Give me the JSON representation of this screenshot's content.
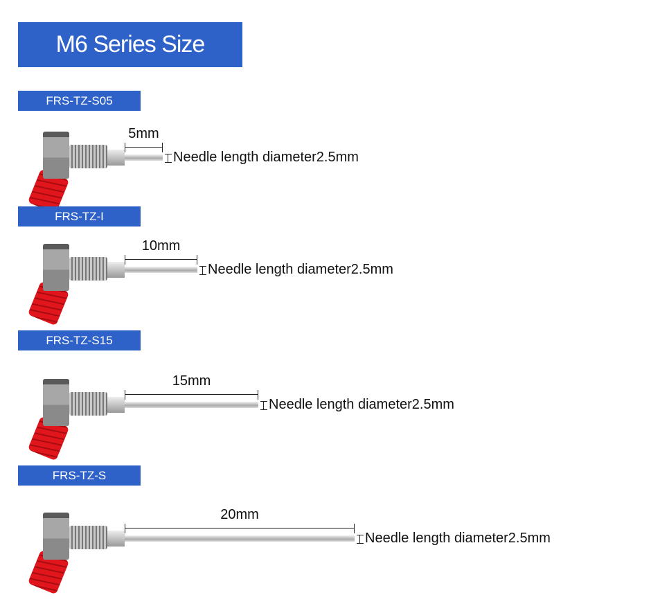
{
  "title": "M6 Series Size",
  "items": [
    {
      "model": "FRS-TZ-S05",
      "length": "5mm",
      "note": "Needle length diameter2.5mm"
    },
    {
      "model": "FRS-TZ-I",
      "length": "10mm",
      "note": "Needle length diameter2.5mm"
    },
    {
      "model": "FRS-TZ-S15",
      "length": "15mm",
      "note": "Needle length diameter2.5mm"
    },
    {
      "model": "FRS-TZ-S",
      "length": "20mm",
      "note": "Needle length diameter2.5mm"
    }
  ],
  "colors": {
    "brand": "#2f62c8",
    "cable": "#e0161c"
  }
}
